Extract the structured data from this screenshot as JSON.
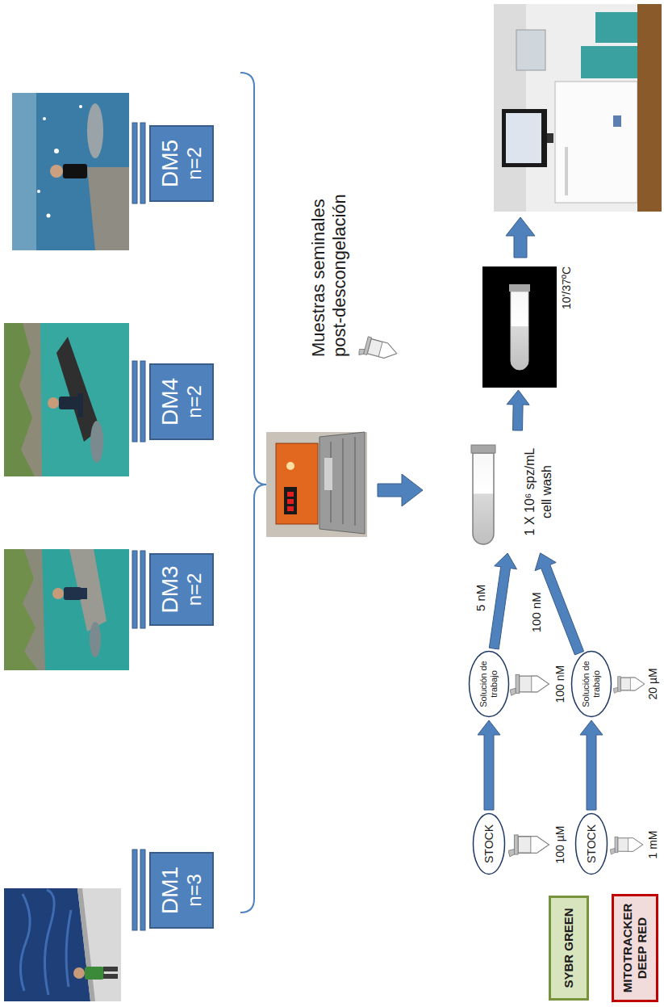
{
  "diagram": {
    "nodes": [
      {
        "text": [
          "DM1",
          "n=3"
        ]
      },
      {
        "text": [
          "DM3",
          "n=2"
        ]
      },
      {
        "text": [
          "DM4",
          "n=2"
        ]
      },
      {
        "text": [
          "DM5",
          "n=2"
        ]
      },
      {
        "text": [
          "SYBR GREEN"
        ]
      },
      {
        "text": [
          "STOCK"
        ]
      },
      {
        "text": [
          "Solución de trabajo"
        ]
      },
      {
        "text": [
          "MITOTRACKER DEEP RED"
        ]
      },
      {
        "text": [
          "STOCK"
        ]
      },
      {
        "text": [
          "Solución de trabajo"
        ]
      },
      {
        "text": [
          "1 X 10⁶ spz/mL",
          "cell wash"
        ]
      },
      {
        "text": [
          "10'/37ºC"
        ]
      }
    ],
    "edges": [
      {
        "from": 5,
        "to": 6,
        "arrow": "to"
      },
      {
        "from": 8,
        "to": 9,
        "arrow": "to"
      },
      {
        "from": 6,
        "to": 10,
        "label": "5 nM",
        "arrow": "to"
      },
      {
        "from": 9,
        "to": 10,
        "label": "100 nM",
        "arrow": "to"
      },
      {
        "from": 10,
        "to": 11,
        "arrow": "to"
      }
    ],
    "labels": [
      "Muestras seminales post-descongelación",
      "100 µM",
      "100 nM",
      "1 mM",
      "20 µM"
    ]
  }
}
